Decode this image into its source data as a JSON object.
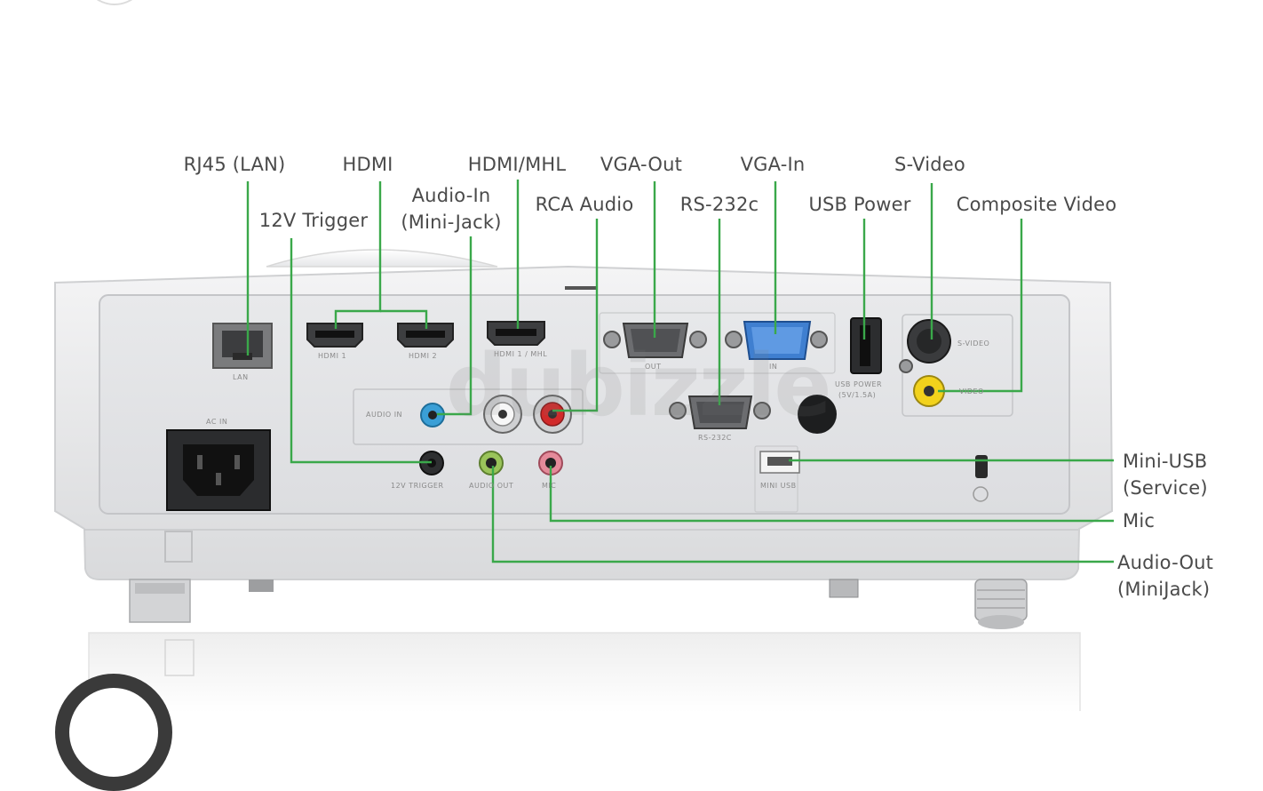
{
  "labels": {
    "rj45": "RJ45 (LAN)",
    "hdmi": "HDMI",
    "hdmi_mhl": "HDMI/MHL",
    "vga_out": "VGA-Out",
    "vga_in": "VGA-In",
    "s_video": "S-Video",
    "trigger": "12V Trigger",
    "audio_in": "Audio-In\n(Mini-Jack)",
    "rca_audio": "RCA Audio",
    "rs232": "RS-232c",
    "usb_power": "USB Power",
    "composite": "Composite Video",
    "mini_usb": "Mini-USB\n(Service)",
    "mic": "Mic",
    "audio_out": "Audio-Out\n(MiniJack)"
  },
  "panel_text": {
    "lan": "LAN",
    "hdmi1": "HDMI 1",
    "hdmi2": "HDMI 2",
    "hdmi_mhl": "HDMI 1 / MHL",
    "vga_out": "OUT",
    "vga_in": "IN",
    "usb_power": "USB POWER",
    "usb_power_rating": "(5V/1.5A)",
    "svideo": "S-VIDEO",
    "video": "VIDEO",
    "audio_in": "AUDIO IN",
    "rs232": "RS-232C",
    "ac_in": "AC IN",
    "trigger": "12V TRIGGER",
    "audio_out": "AUDIO OUT",
    "mic": "MIC",
    "mini_usb": "MINI USB"
  },
  "watermark": "dubizzle",
  "colors": {
    "leader": "#3aa84a",
    "panel": "#e3e4e6",
    "vga_in_port": "#3f7fd0",
    "audio_in_jack": "#3a9fd6",
    "composite_jack": "#f2d21c",
    "mic_jack": "#e48a9a",
    "audio_out_jack": "#9ac45a",
    "rca_red": "#d12a2a"
  }
}
